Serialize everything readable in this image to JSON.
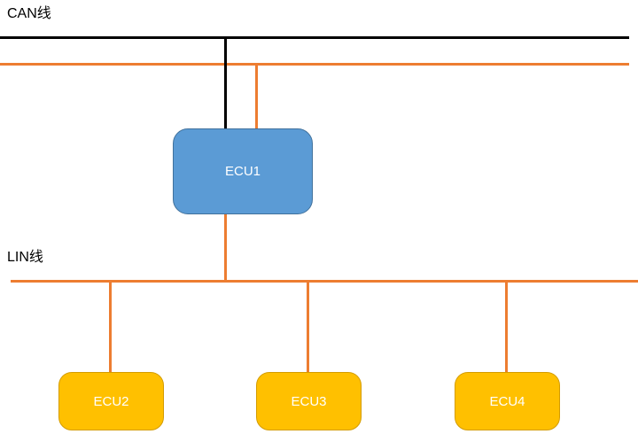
{
  "diagram": {
    "title_hint": "CAN / LIN bus ECU topology diagram",
    "can_bus": {
      "label": "CAN线",
      "line_color": "#000000"
    },
    "secondary_bus": {
      "line_color": "#ED7D31"
    },
    "lin_bus": {
      "label": "LIN线",
      "line_color": "#ED7D31"
    },
    "connector_colors": {
      "can_drop": "#000000",
      "orange_drop": "#ED7D31"
    },
    "nodes": [
      {
        "id": "ecu1",
        "label": "ECU1",
        "fill": "#5B9BD5",
        "border": "#41719C",
        "text_color": "#FFFFFF"
      },
      {
        "id": "ecu2",
        "label": "ECU2",
        "fill": "#FFC000",
        "border": "#D49C00",
        "text_color": "#FFFFFF"
      },
      {
        "id": "ecu3",
        "label": "ECU3",
        "fill": "#FFC000",
        "border": "#D49C00",
        "text_color": "#FFFFFF"
      },
      {
        "id": "ecu4",
        "label": "ECU4",
        "fill": "#FFC000",
        "border": "#D49C00",
        "text_color": "#FFFFFF"
      }
    ]
  }
}
